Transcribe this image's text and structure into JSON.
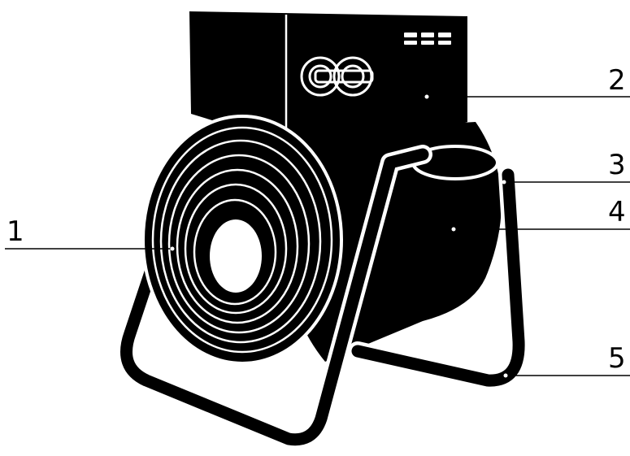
{
  "colors": {
    "ink": "#000000",
    "paper": "#ffffff"
  },
  "callouts": [
    {
      "id": "1",
      "label": "1"
    },
    {
      "id": "2",
      "label": "2"
    },
    {
      "id": "3",
      "label": "3"
    },
    {
      "id": "4",
      "label": "4"
    },
    {
      "id": "5",
      "label": "5"
    }
  ]
}
